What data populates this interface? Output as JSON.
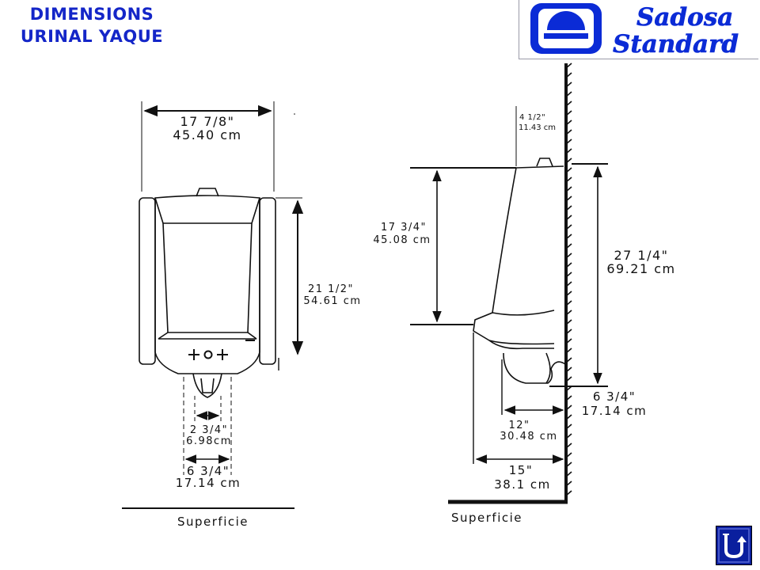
{
  "title": {
    "line1": "DIMENSIONS",
    "line2": "URINAL YAQUE"
  },
  "logo": {
    "brand_line1": "Sadosa",
    "brand_line2": "Standard",
    "icon": "sadosa-emblem-icon",
    "color": "#0b2bd6"
  },
  "colors": {
    "title": "#1426c8",
    "line": "#111111",
    "button": "#0a1f9e"
  },
  "front_view": {
    "width_in": "17 7/8\"",
    "width_cm": "45.40 cm",
    "height_in": "21 1/2\"",
    "height_cm": "54.61 cm",
    "outlet_in": "2 3/4\"",
    "outlet_cm": "6.98cm",
    "outlet_floor_in": "6 3/4\"",
    "outlet_floor_cm": "17.14 cm",
    "floor_label": "Superficie"
  },
  "side_view": {
    "wall_offset_in": "4 1/2\"",
    "wall_offset_cm": "11.43 cm",
    "bowl_height_in": "17 3/4\"",
    "bowl_height_cm": "45.08 cm",
    "total_height_in": "27 1/4\"",
    "total_height_cm": "69.21 cm",
    "bottom_offset_in": "6 3/4\"",
    "bottom_offset_cm": "17.14 cm",
    "depth_inner_in": "12\"",
    "depth_inner_cm": "30.48 cm",
    "depth_outer_in": "15\"",
    "depth_outer_cm": "38.1 cm",
    "floor_label": "Superficie"
  },
  "nav": {
    "back_icon": "u-turn-arrow-icon"
  }
}
